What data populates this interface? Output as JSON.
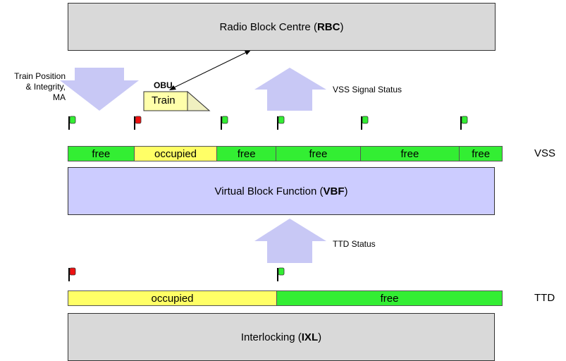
{
  "rbc": {
    "name": "Radio Block Centre",
    "abbr": "RBC"
  },
  "vbf": {
    "name": "Virtual Block Function",
    "abbr": "VBF"
  },
  "ixl": {
    "name": "Interlocking",
    "abbr": "IXL"
  },
  "labels": {
    "train_position": [
      "Train Position",
      "& Integrity,",
      "MA"
    ],
    "vss_signal_status": "VSS Signal Status",
    "ttd_status": "TTD Status",
    "obu": "OBU",
    "train": "Train",
    "vss": "VSS",
    "ttd": "TTD"
  },
  "colors": {
    "free": "#33ee33",
    "occupied": "#ffff66",
    "flag_free": "#33ee33",
    "flag_occupied": "#ee1111",
    "arrow": "#c8c8f5"
  },
  "vss_segments": [
    {
      "label": "free",
      "state": "free"
    },
    {
      "label": "occupied",
      "state": "occupied"
    },
    {
      "label": "free",
      "state": "free"
    },
    {
      "label": "free",
      "state": "free"
    },
    {
      "label": "free",
      "state": "free"
    },
    {
      "label": "free",
      "state": "free"
    }
  ],
  "ttd_segments": [
    {
      "label": "occupied",
      "state": "occupied"
    },
    {
      "label": "free",
      "state": "free"
    }
  ],
  "vss_flags": [
    "free",
    "occupied",
    "free",
    "free",
    "free",
    "free"
  ],
  "ttd_flags": [
    "occupied",
    "free"
  ]
}
